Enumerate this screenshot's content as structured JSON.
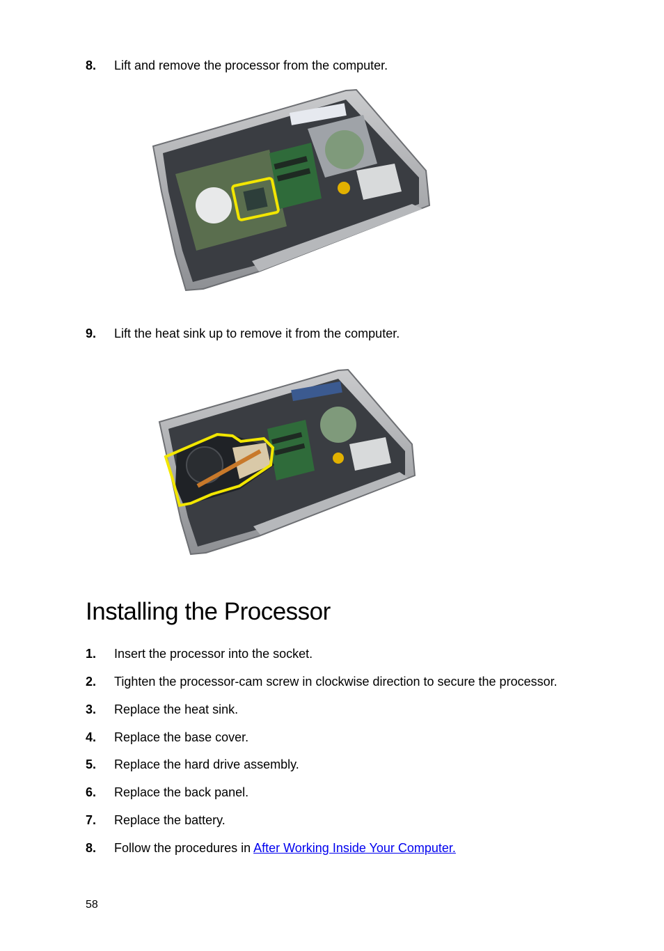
{
  "removal_steps": [
    {
      "number": "8.",
      "text": "Lift and remove the processor from the computer."
    },
    {
      "number": "9.",
      "text": "Lift the heat sink up to remove it from the computer."
    }
  ],
  "section": {
    "title": "Installing the Processor",
    "steps": [
      {
        "number": "1.",
        "text": "Insert the processor into the socket."
      },
      {
        "number": "2.",
        "text": "Tighten the processor-cam screw in clockwise direction to secure the processor."
      },
      {
        "number": "3.",
        "text": "Replace the heat sink."
      },
      {
        "number": "4.",
        "text": "Replace the base cover."
      },
      {
        "number": "5.",
        "text": "Replace the hard drive assembly."
      },
      {
        "number": "6.",
        "text": "Replace the back panel."
      },
      {
        "number": "7.",
        "text": "Replace the battery."
      },
      {
        "number": "8.",
        "text_before_link": "Follow the procedures in ",
        "link_text": "After Working Inside Your Computer."
      }
    ]
  },
  "highlight_color": "#f2e600",
  "page_number": "58"
}
